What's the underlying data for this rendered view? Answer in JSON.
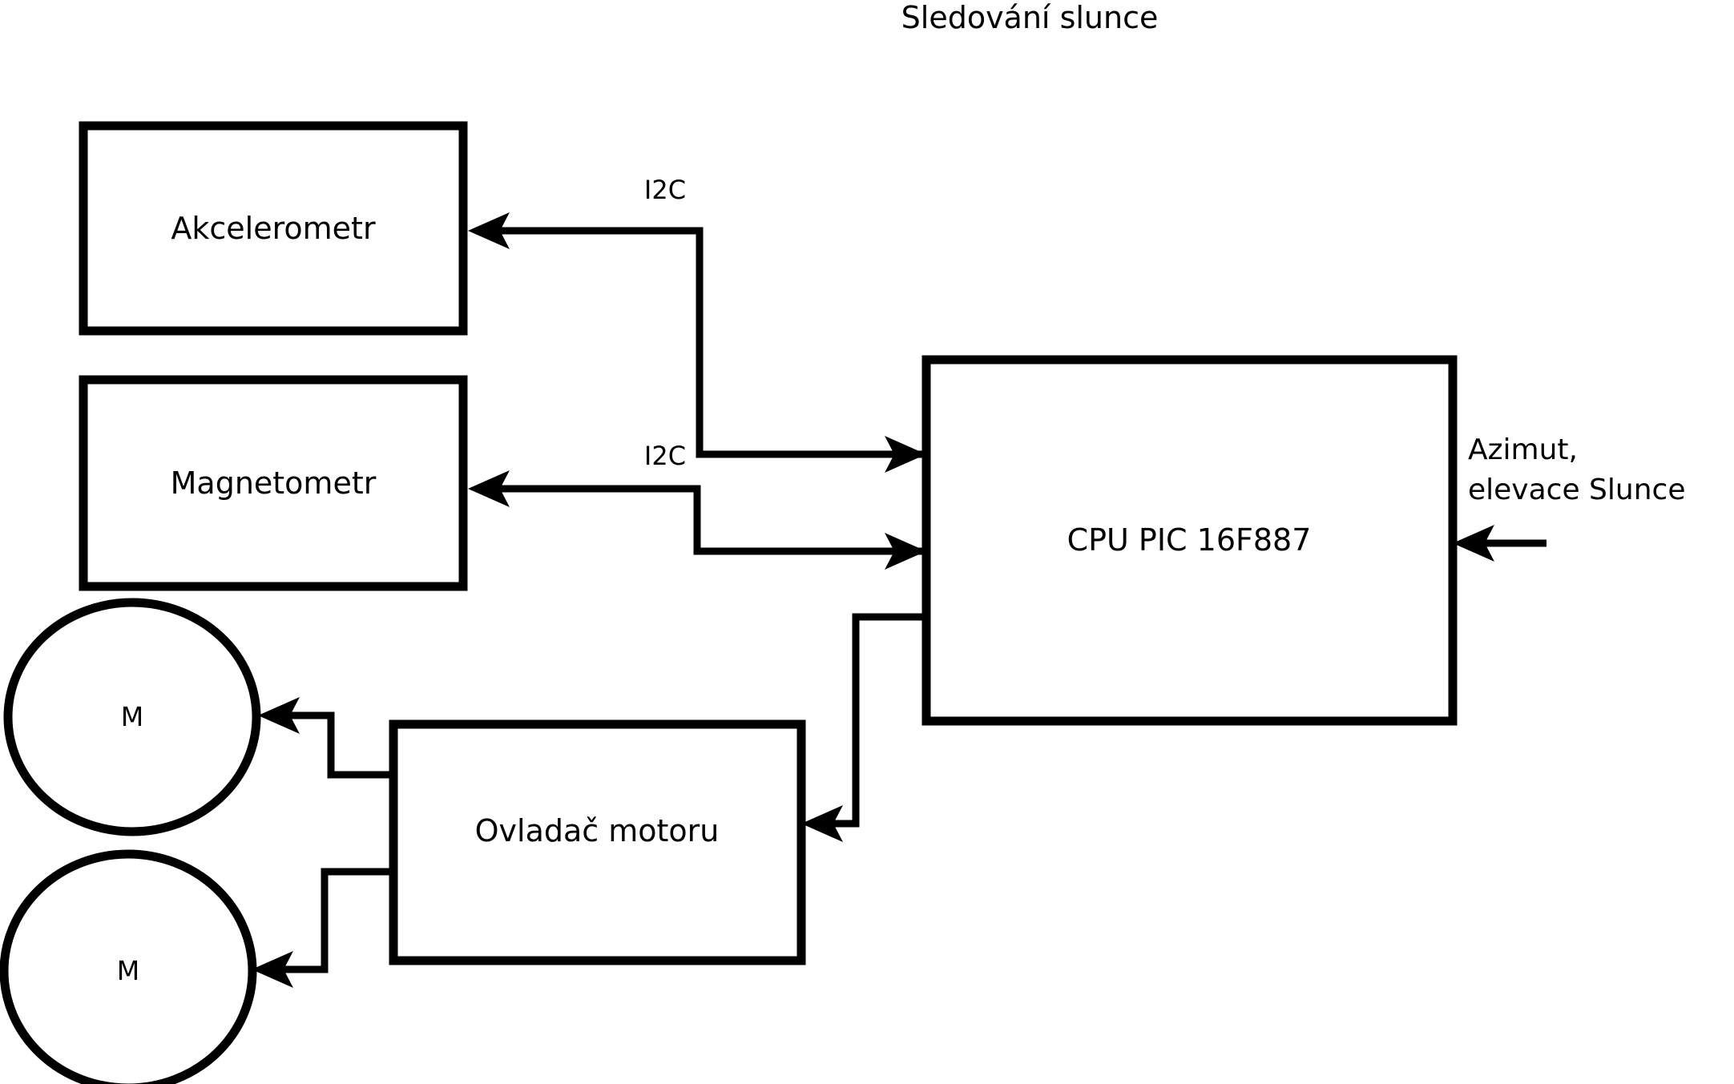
{
  "diagram": {
    "title": "Sledování slunce",
    "nodes": [
      {
        "id": "accelerometer",
        "label": "Akcelerometr",
        "shape": "rect"
      },
      {
        "id": "magnetometer",
        "label": "Magnetometr",
        "shape": "rect"
      },
      {
        "id": "cpu",
        "label": "CPU PIC 16F887",
        "shape": "rect"
      },
      {
        "id": "motor-driver",
        "label": "Ovladač motoru",
        "shape": "rect"
      },
      {
        "id": "motor-1",
        "label": "M",
        "shape": "ellipse"
      },
      {
        "id": "motor-2",
        "label": "M",
        "shape": "ellipse"
      }
    ],
    "edge_labels": {
      "i2c_accelerometer": "I2C",
      "i2c_magnetometer": "I2C"
    },
    "external_input": {
      "line1": "Azimut,",
      "line2": "elevace Slunce"
    },
    "colors": {
      "stroke": "#000000",
      "fill": "#ffffff",
      "background": "#ffffff"
    }
  }
}
